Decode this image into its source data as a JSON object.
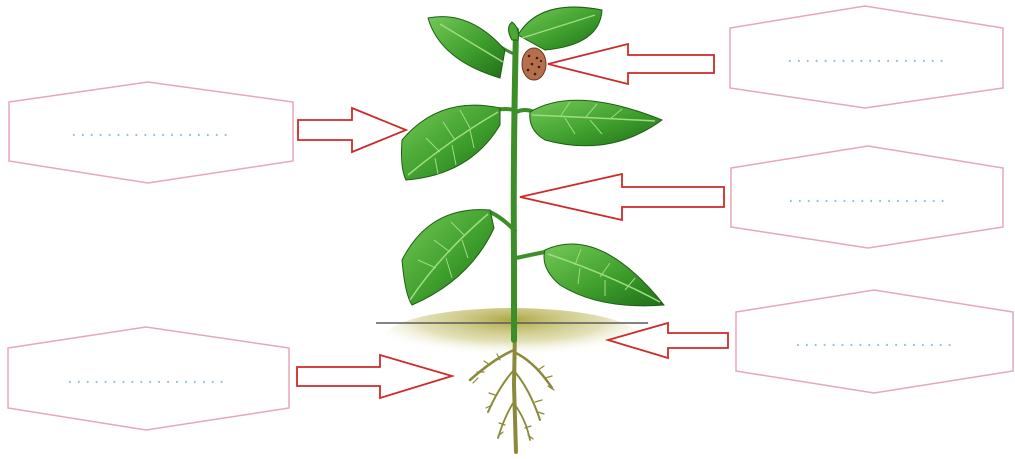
{
  "labels": [
    {
      "id": "flower",
      "placeholder": "..................",
      "side": "right"
    },
    {
      "id": "leaf",
      "placeholder": "..................",
      "side": "left"
    },
    {
      "id": "stem",
      "placeholder": "..................",
      "side": "right"
    },
    {
      "id": "soil",
      "placeholder": "..................",
      "side": "right"
    },
    {
      "id": "root",
      "placeholder": "..................",
      "side": "left"
    }
  ],
  "colors": {
    "box_border": "#e7a7b6",
    "dots": "#8fc3dd",
    "arrow": "#cf2a2a",
    "leaf": "#3a9a2a",
    "leaf_light": "#67c04a",
    "leaf_dark": "#22741a",
    "stem": "#3c8f28",
    "soil": "#b8b04a",
    "root": "#8b8a3a",
    "bud": "#b56f4d"
  },
  "icons": [
    "plant-illustration",
    "arrow-right-icon",
    "arrow-left-icon"
  ]
}
